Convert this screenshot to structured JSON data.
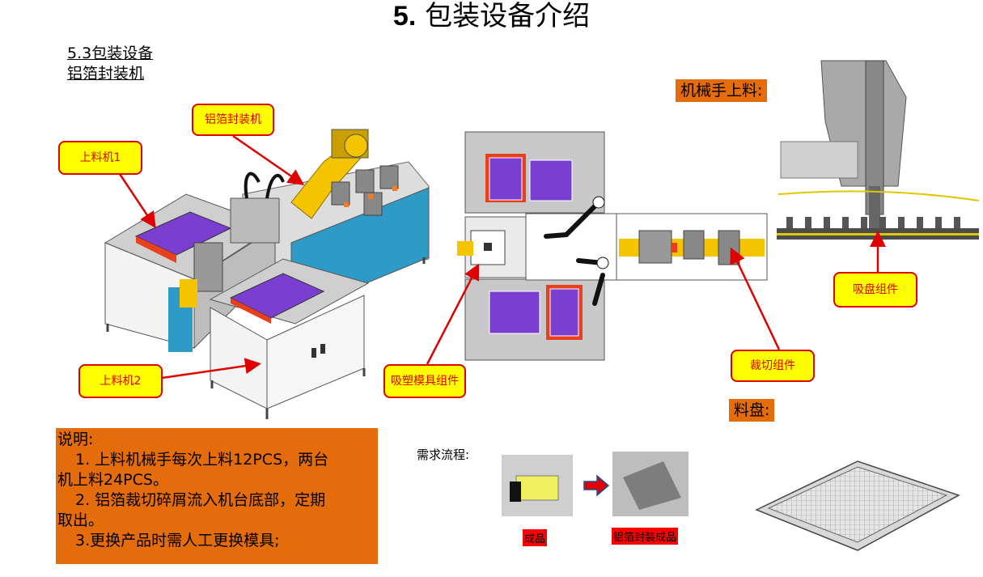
{
  "header": {
    "title_num": "5.",
    "title_text": "包装设备介绍"
  },
  "section": {
    "line1": "5.3包装设备",
    "line2": "铝箔封装机"
  },
  "callouts": {
    "foil_sealer": "铝箔封装机",
    "loader1": "上料机1",
    "loader2": "上料机2",
    "blister": "吸塑模具组件",
    "cutting": "裁切组件",
    "suction": "吸盘组件"
  },
  "labels": {
    "robot_loading": "机械手上料:",
    "tray": "料盘:"
  },
  "notes": {
    "heading": "说明:",
    "lines": [
      "1. 上料机械手每次上料12PCS，两台",
      "机上料24PCS。",
      "2. 铝箔裁切碎屑流入机台底部，定期",
      "取出。",
      "3.更换产品时需人工更换模具;"
    ]
  },
  "flow": {
    "label": "需求流程:",
    "product": "成品",
    "sealed": "铝箔封装成品"
  },
  "colors": {
    "callout_bg": "#ffff00",
    "callout_border": "#e00000",
    "orange": "#e46c0a",
    "machine_blue": "#2e9ac8",
    "tray_purple": "#7a3fd1",
    "frame_red": "#e8401c"
  }
}
